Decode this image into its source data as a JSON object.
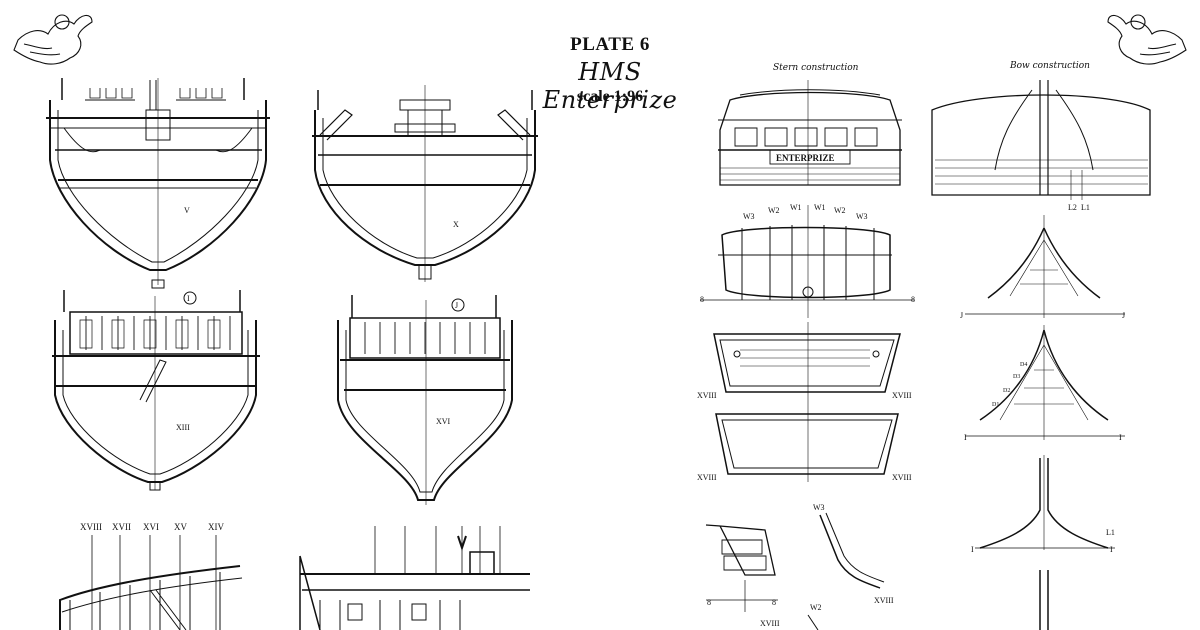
{
  "plate": {
    "title": "PLATE 6",
    "ship_name": "HMS Enterprize",
    "scale": "scale 1:96"
  },
  "captions": {
    "stern_construction": "Stern construction",
    "bow_construction": "Bow construction"
  },
  "stern_nameboard": "ENTERPRIZE",
  "sections": {
    "V": "V",
    "X": "X",
    "XIII": "XIII",
    "XVI": "XVI",
    "circle_I": "I",
    "circle_J": "J"
  },
  "stern_labels": {
    "w3a": "W3",
    "w2a": "W2",
    "w1a": "W1",
    "w1b": "W1",
    "w2b": "W2",
    "w3b": "W3",
    "eight_left": "8",
    "eight_right": "8",
    "xviii_1l": "XVIII",
    "xviii_1r": "XVIII",
    "xviii_2l": "XVIII",
    "xviii_2r": "XVIII"
  },
  "bow_labels": {
    "L2": "L2",
    "L1": "L1",
    "J_left": "J",
    "J_right": "J",
    "D4": "D4",
    "D3": "D3",
    "D2": "D2",
    "D1": "D1",
    "I_left": "I",
    "I_right": "I",
    "I2_left": "I",
    "I2_right": "I",
    "L1_low": "L1"
  },
  "frame_labels": [
    "XVIII",
    "XVII",
    "XVI",
    "XV",
    "XIV"
  ],
  "bottom_labels": {
    "w3": "W3",
    "w2": "W2",
    "xviii_a": "XVIII",
    "xviii_b": "XVIII",
    "eight_a": "8",
    "eight_b": "8"
  }
}
